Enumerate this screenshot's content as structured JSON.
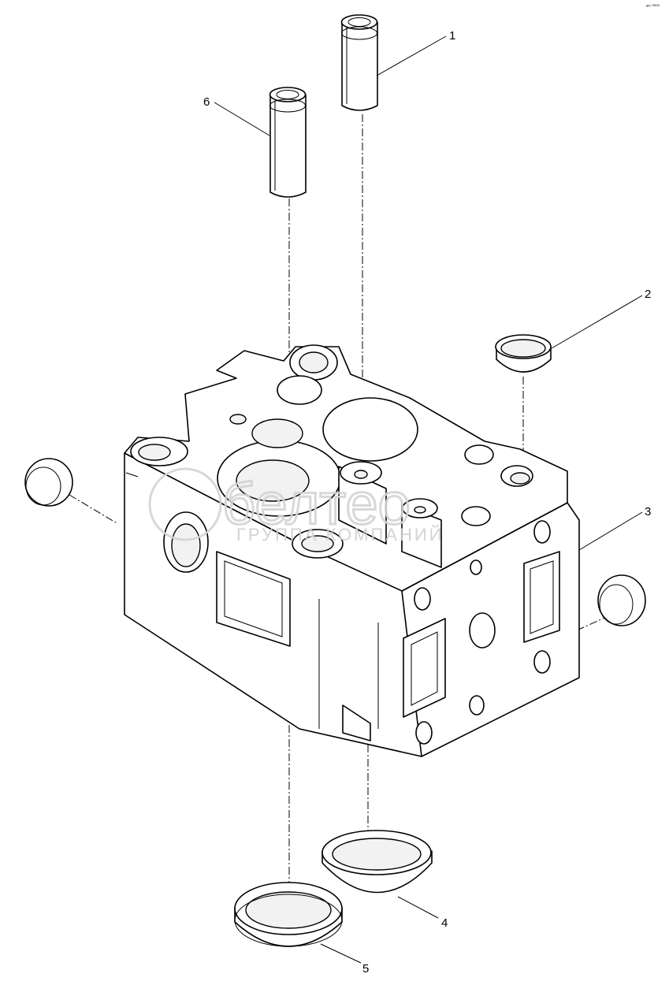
{
  "corner_mark": "ᵃᵐ ⁰⁰⁰⁰",
  "watermark": {
    "brand": "белтео",
    "subtitle": "ГРУППА КОМПАНИЙ"
  },
  "callouts": [
    {
      "id": "callout-1",
      "label": "1"
    },
    {
      "id": "callout-2",
      "label": "2"
    },
    {
      "id": "callout-3",
      "label": "3"
    },
    {
      "id": "callout-4",
      "label": "4"
    },
    {
      "id": "callout-5",
      "label": "5"
    },
    {
      "id": "callout-6",
      "label": "6"
    }
  ]
}
